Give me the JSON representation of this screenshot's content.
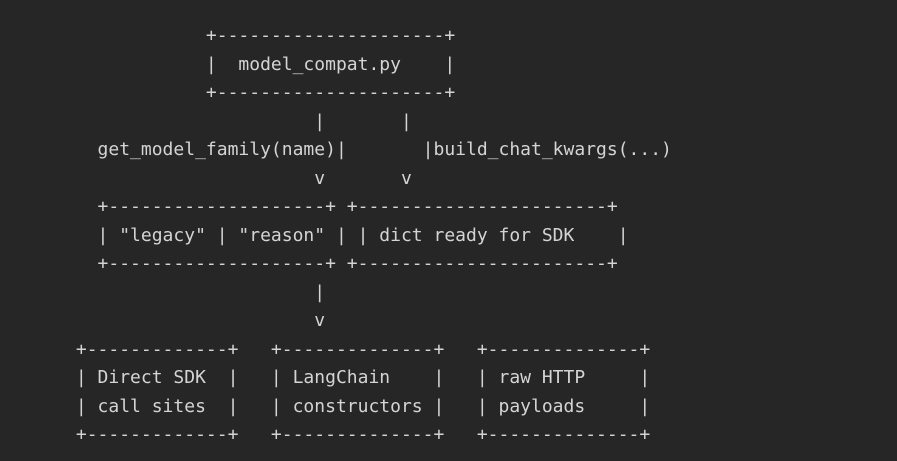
{
  "diagram": {
    "lines": [
      "                   +---------------------+",
      "                   |  model_compat.py    |",
      "                   +---------------------+",
      "                             |       |",
      "         get_model_family(name)|       |build_chat_kwargs(...)",
      "                             v       v",
      "         +--------------------+ +-----------------------+",
      "         | \"legacy\" | \"reason\" | | dict ready for SDK    |",
      "         +--------------------+ +-----------------------+",
      "                             |",
      "                             v",
      "       +-------------+   +--------------+   +--------------+",
      "       | Direct SDK  |   | LangChain    |   | raw HTTP     |",
      "       | call sites  |   | constructors |   | payloads     |",
      "       +-------------+   +--------------+   +--------------+"
    ]
  }
}
